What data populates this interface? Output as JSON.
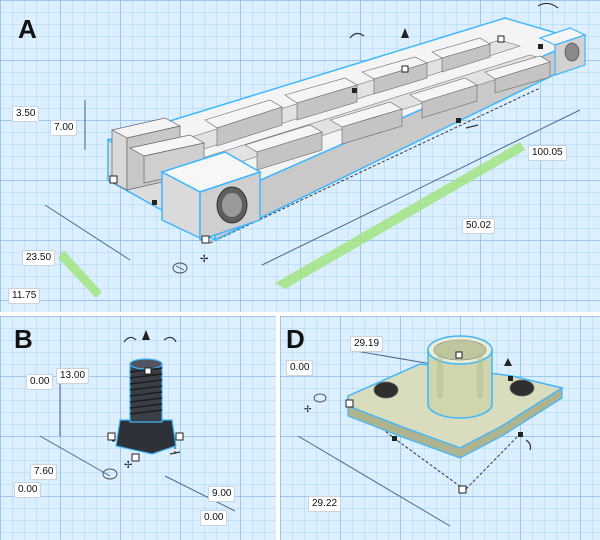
{
  "panels": {
    "a": {
      "label": "A",
      "dims": {
        "height_top": "3.50",
        "height_side": "7.00",
        "length": "100.05",
        "mid": "50.02",
        "width": "23.50",
        "offset": "11.75"
      }
    },
    "b": {
      "label": "B",
      "dims": {
        "elevation": "0.00",
        "height": "13.00",
        "x_size": "7.60",
        "x_pos": "0.00",
        "y_size": "9.00",
        "y_pos": "0.00"
      }
    },
    "d": {
      "label": "D",
      "dims": {
        "top_width": "29.19",
        "elevation": "0.00",
        "depth": "29.22"
      }
    }
  },
  "colors": {
    "grid_bg": "#dcefff",
    "part_grey": "#e4e4e4",
    "part_green": "#d6dbb8",
    "bolt_dark": "#2a2d33",
    "selection": "#3fb7ff"
  },
  "icons": [
    "rotate-arrow-icon",
    "lift-cone-icon",
    "resize-handle-icon",
    "ruler-icon",
    "snap-icon"
  ]
}
